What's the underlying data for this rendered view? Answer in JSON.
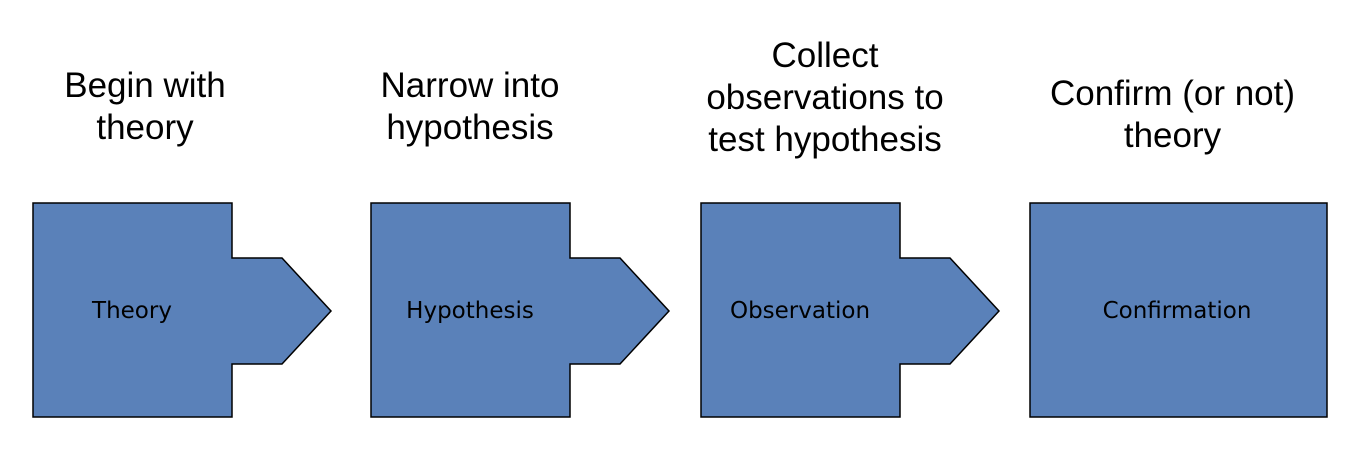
{
  "colors": {
    "box_fill": "#5a81b9",
    "box_stroke": "#000000",
    "text": "#000000"
  },
  "steps": [
    {
      "caption": "Begin with\ntheory",
      "label": "Theory"
    },
    {
      "caption": "Narrow into\nhypothesis",
      "label": "Hypothesis"
    },
    {
      "caption": "Collect\nobservations to\ntest hypothesis",
      "label": "Observation"
    },
    {
      "caption": "Confirm (or not)\ntheory",
      "label": "Confirmation"
    }
  ]
}
